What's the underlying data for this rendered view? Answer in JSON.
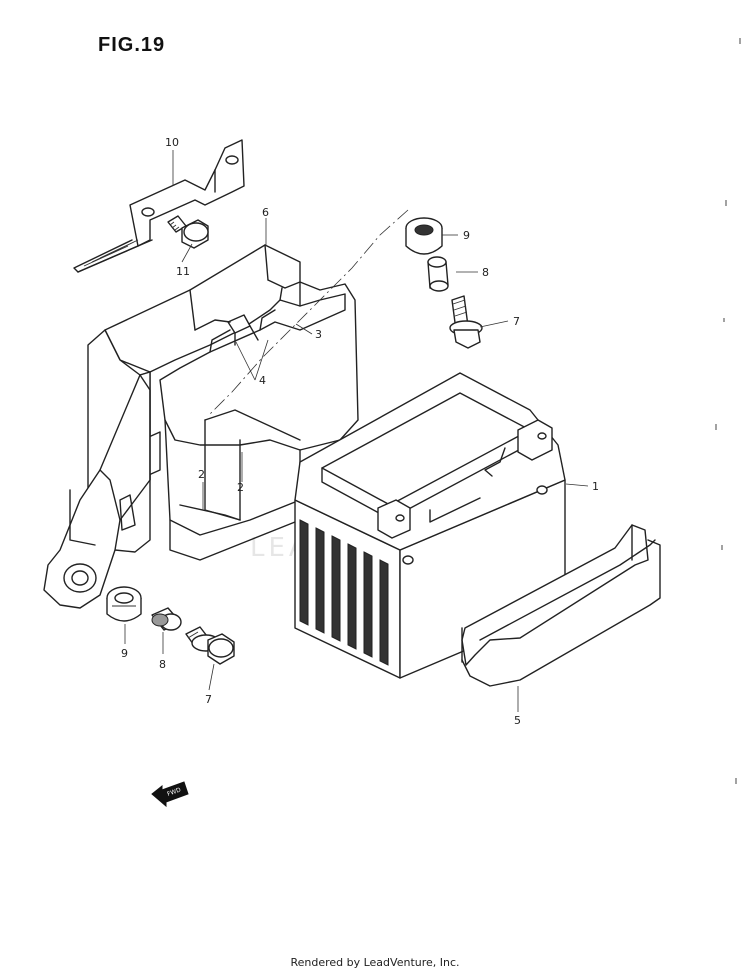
{
  "figure": {
    "title": "FIG.19"
  },
  "watermark": {
    "text": "LEADVENTURE"
  },
  "footer": {
    "text": "Rendered by LeadVenture, Inc."
  },
  "fwd_badge": {
    "text": "FWD"
  },
  "callouts": [
    {
      "id": "c1",
      "text": "1"
    },
    {
      "id": "c2a",
      "text": "2"
    },
    {
      "id": "c2b",
      "text": "2"
    },
    {
      "id": "c3",
      "text": "3"
    },
    {
      "id": "c4",
      "text": "4"
    },
    {
      "id": "c5",
      "text": "5"
    },
    {
      "id": "c6",
      "text": "6"
    },
    {
      "id": "c7a",
      "text": "7"
    },
    {
      "id": "c7b",
      "text": "7"
    },
    {
      "id": "c8a",
      "text": "8"
    },
    {
      "id": "c8b",
      "text": "8"
    },
    {
      "id": "c9a",
      "text": "9"
    },
    {
      "id": "c9b",
      "text": "9"
    },
    {
      "id": "c10",
      "text": "10"
    },
    {
      "id": "c11",
      "text": "11"
    }
  ]
}
